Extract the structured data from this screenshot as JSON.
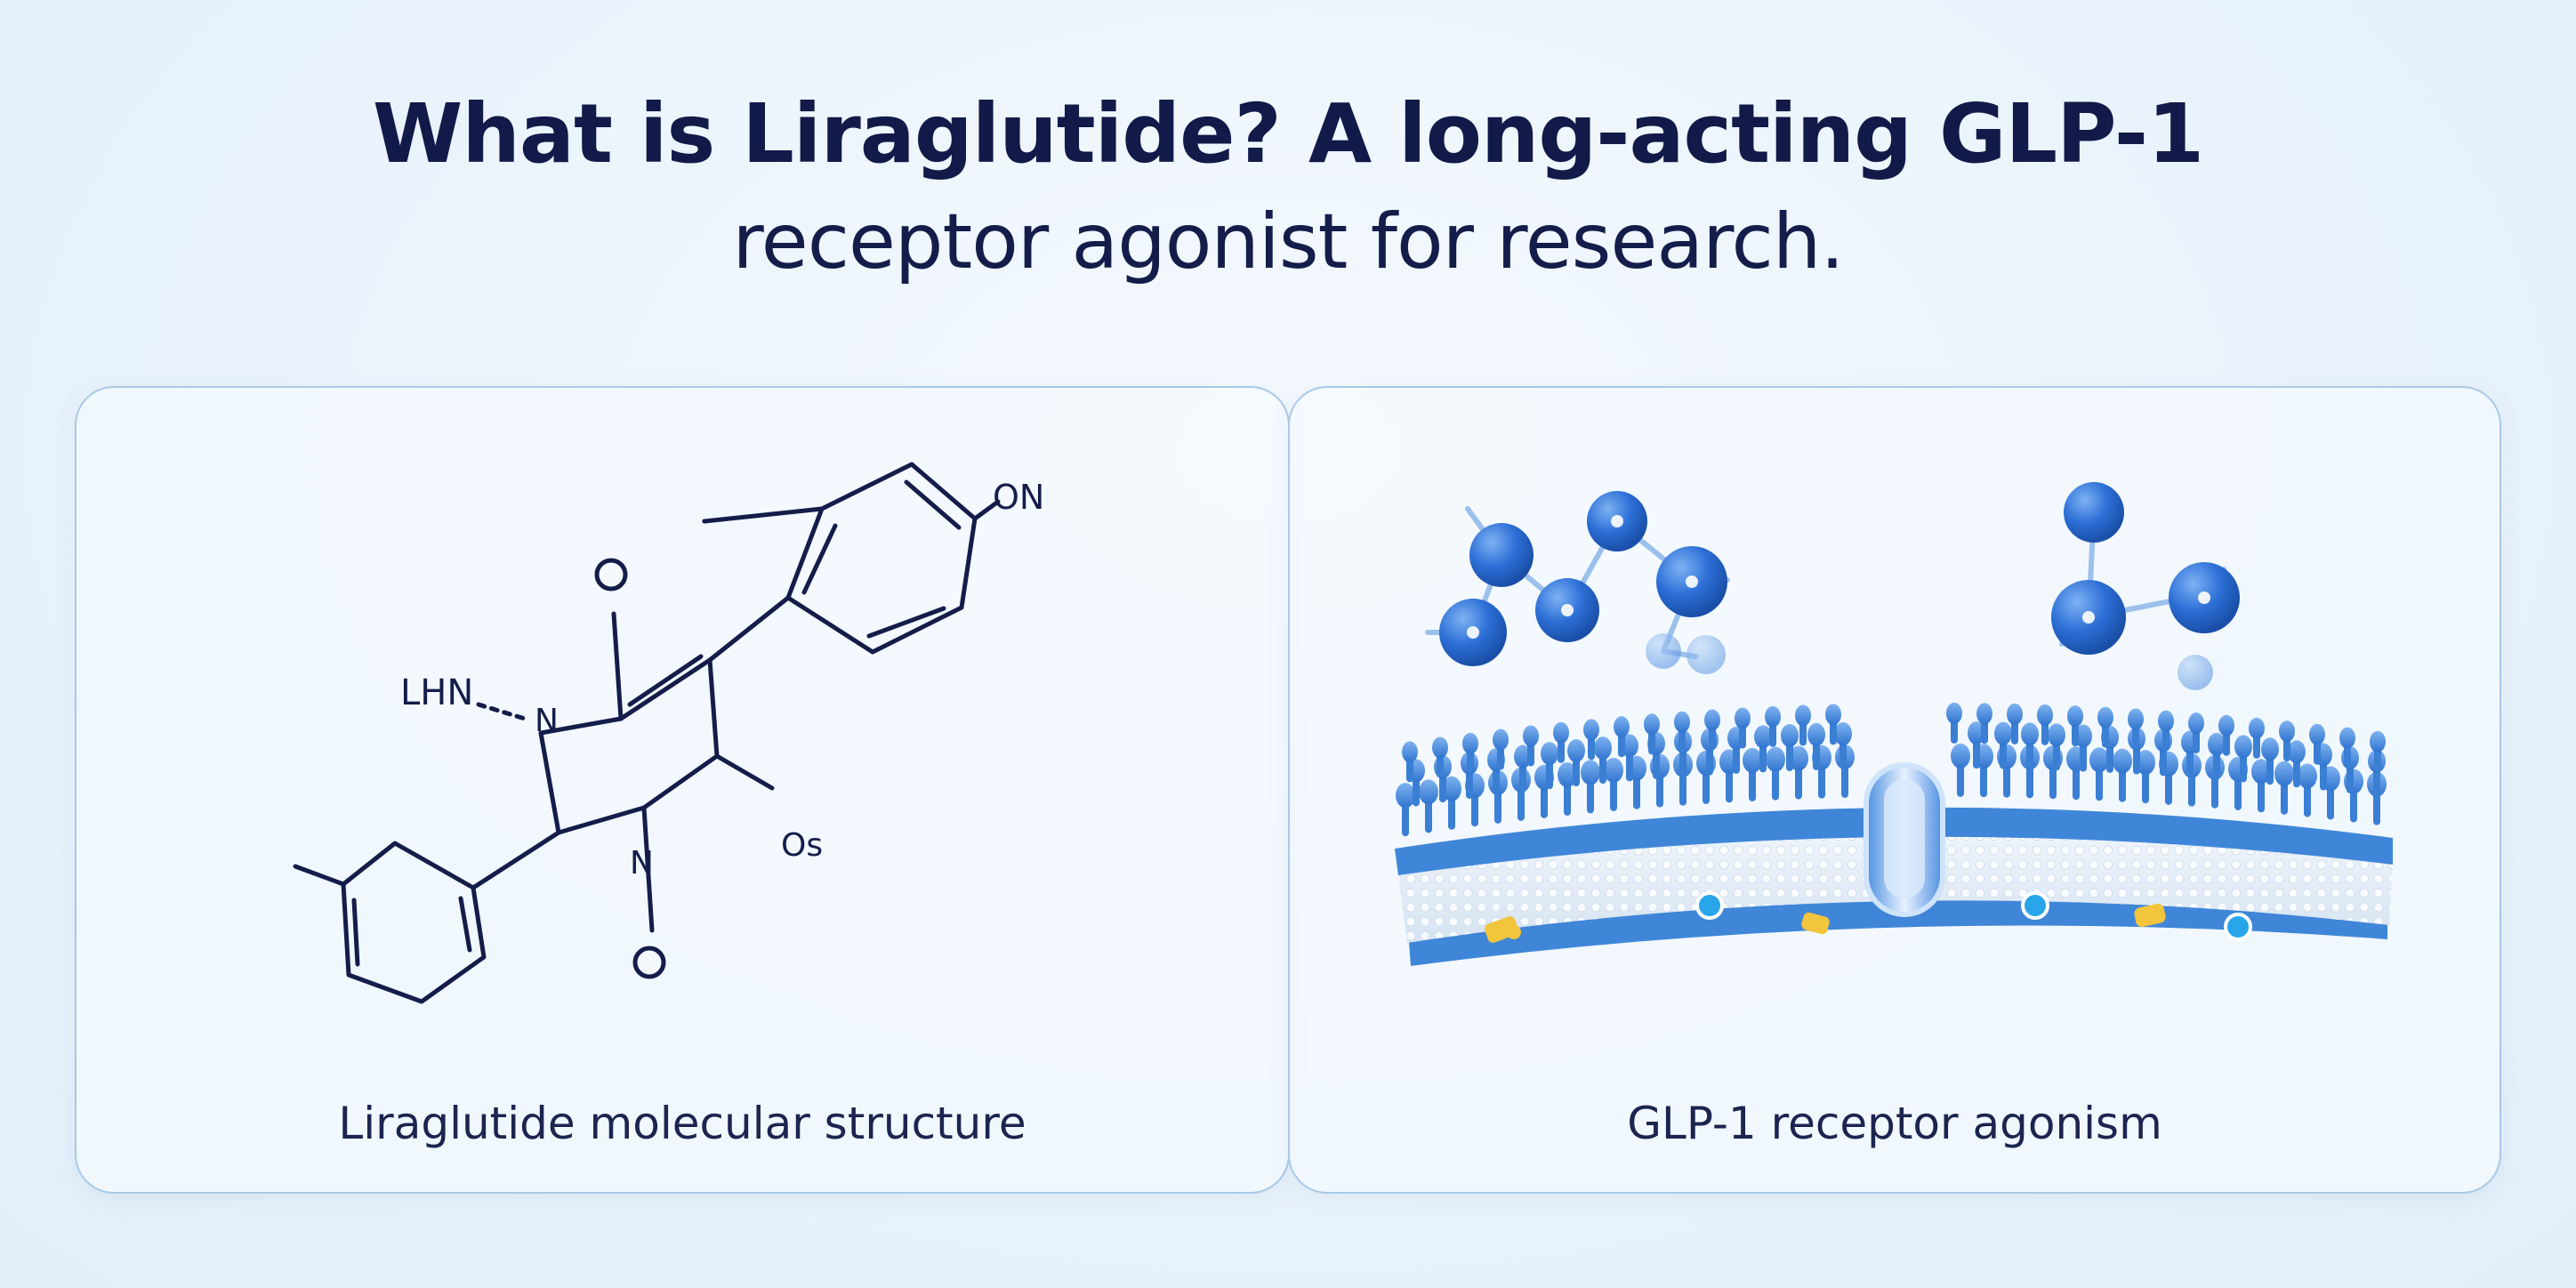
{
  "headline": {
    "line1": "What is Liraglutide? A long-acting GLP-1",
    "line2": "receptor agonist for research."
  },
  "left_panel": {
    "caption": "Liraglutide molecular structure",
    "atom_labels": {
      "lhn": "LHN",
      "n_upper": "N",
      "n_lower": "N",
      "on": "ON",
      "os": "Os"
    }
  },
  "right_panel": {
    "caption": "GLP-1 receptor agonism"
  },
  "colors": {
    "ink": "#141d4a",
    "border": "#a9c9e6",
    "membrane_blue": "#3f86d8",
    "molecule_blue": "#2c6fd6",
    "accent_yellow": "#f2c53d"
  }
}
